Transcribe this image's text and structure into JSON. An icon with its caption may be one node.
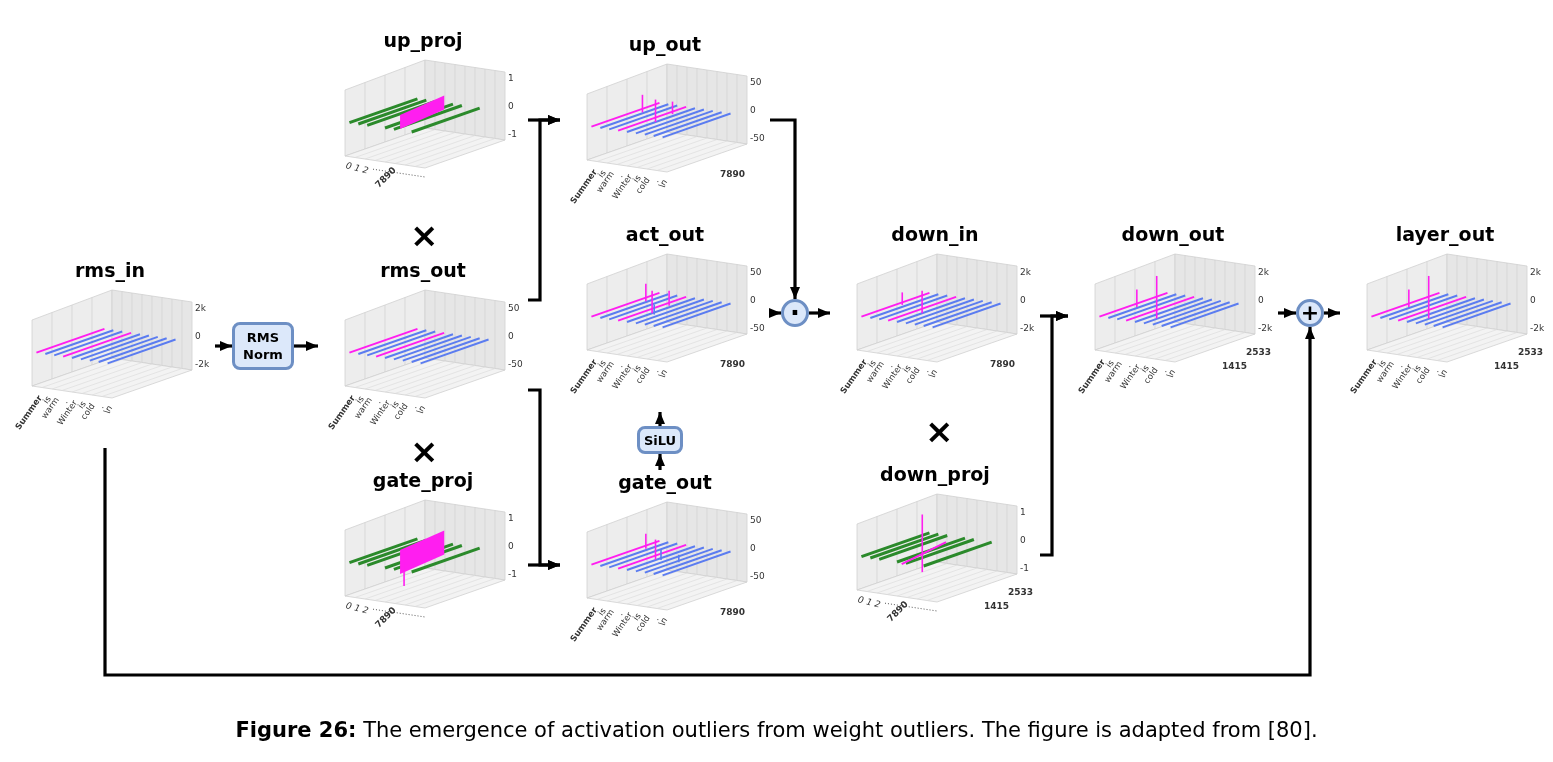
{
  "diagram": {
    "caption": "**Figure 26:** The emergence of activation outliers from weight outliers. The figure is adapted from [80].",
    "nodes": [
      {
        "text": [
          "rms_in",
          "2k",
          "0",
          "-2k",
          "Summer",
          "is",
          "warm",
          ".",
          "Winter",
          "is",
          "cold",
          ".",
          "\\n"
        ]
      },
      {
        "text": [
          "RMS Norm"
        ]
      },
      {
        "text": [
          "up_proj",
          "1",
          "0",
          "-1",
          "0 1 2",
          "7890"
        ]
      },
      {
        "text": [
          "rms_out",
          "50",
          "0",
          "-50",
          "Summer",
          "is",
          "warm",
          ".",
          "Winter",
          "is",
          "cold",
          ".",
          "\\n"
        ]
      },
      {
        "text": [
          "gate_proj",
          "1",
          "0",
          "-1",
          "0 1 2",
          "7890"
        ]
      },
      {
        "text": [
          "up_out",
          "50",
          "0",
          "-50",
          "7890",
          "Summer",
          "is",
          "warm",
          ".",
          "Winter",
          "is",
          "cold",
          ".",
          "\\n"
        ]
      },
      {
        "text": [
          "act_out",
          "50",
          "0",
          "-50",
          "7890",
          "Summer",
          "is",
          "warm",
          ".",
          "Winter",
          "is",
          "cold",
          ".",
          "\\n"
        ]
      },
      {
        "text": [
          "SiLU"
        ]
      },
      {
        "text": [
          "gate_out",
          "50",
          "0",
          "-50",
          "7890",
          "Summer",
          "is",
          "warm",
          ".",
          "Winter",
          "is",
          "cold",
          ".",
          "\\n"
        ]
      },
      {
        "text": [
          "·"
        ]
      },
      {
        "text": [
          "down_in",
          "2k",
          "0",
          "-2k",
          "7890",
          "Summer",
          "is",
          "warm",
          ".",
          "Winter",
          "is",
          "cold",
          ".",
          "\\n"
        ]
      },
      {
        "text": [
          "down_proj",
          "1",
          "0",
          "-1",
          "2533",
          "1415",
          "0 1 2",
          "7890"
        ]
      },
      {
        "text": [
          "down_out",
          "2k",
          "0",
          "-2k",
          "2533",
          "1415",
          "Summer",
          "is",
          "warm",
          ".",
          "Winter",
          "is",
          "cold",
          ".",
          "\\n"
        ]
      },
      {
        "text": [
          "+"
        ]
      },
      {
        "text": [
          "layer_out",
          "2k",
          "0",
          "-2k",
          "2533",
          "1415",
          "Summer",
          "is",
          "warm",
          ".",
          "Winter",
          "is",
          "cold",
          ".",
          "\\n"
        ]
      }
    ],
    "edges": [
      {
        "from": 0,
        "to": 1,
        "arrow": "to"
      },
      {
        "from": 1,
        "to": 3,
        "arrow": "to"
      },
      {
        "from": 3,
        "to": 5,
        "arrow": "to"
      },
      {
        "from": 2,
        "to": 5,
        "arrow": "to"
      },
      {
        "from": 3,
        "to": 8,
        "arrow": "to"
      },
      {
        "from": 4,
        "to": 8,
        "arrow": "to"
      },
      {
        "from": 8,
        "to": 7,
        "arrow": "to"
      },
      {
        "from": 7,
        "to": 6,
        "arrow": "to"
      },
      {
        "from": 5,
        "to": 9,
        "arrow": "to"
      },
      {
        "from": 6,
        "to": 9,
        "arrow": "to"
      },
      {
        "from": 9,
        "to": 10,
        "arrow": "to"
      },
      {
        "from": 10,
        "to": 12,
        "arrow": "to"
      },
      {
        "from": 11,
        "to": 12,
        "arrow": "to"
      },
      {
        "from": 12,
        "to": 13,
        "arrow": "to"
      },
      {
        "from": 13,
        "to": 14,
        "arrow": "to"
      },
      {
        "from": 0,
        "to": 13,
        "arrow": "to"
      }
    ],
    "labels": [
      "×",
      "×",
      "×"
    ]
  }
}
